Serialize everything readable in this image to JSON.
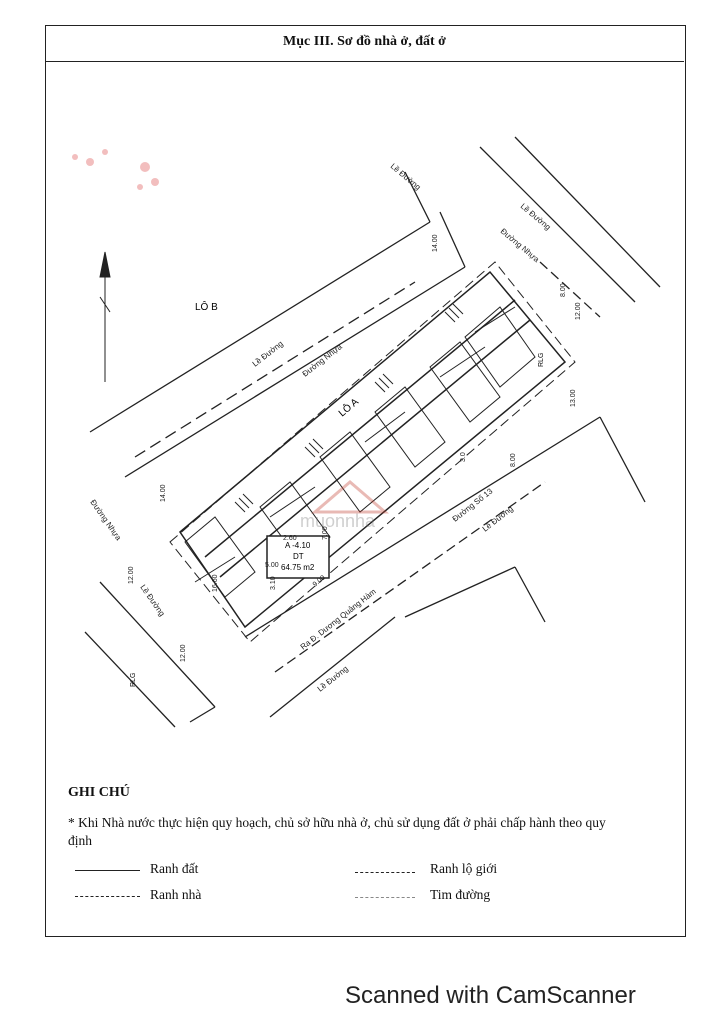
{
  "section_title": "Mục III. Sơ đồ nhà ở, đất ở",
  "plan": {
    "lot_b": "LÔ B",
    "lot_a": "LÔ A",
    "road_labels": [
      "Lề Đường",
      "Đường Nhựa",
      "Lề Đường",
      "Đường Nhựa",
      "Lề Đường",
      "Đường Nhựa",
      "Lề Đường",
      "Đường Số 13",
      "Lề Đường",
      "Lề Đường",
      "Ra Đ. Dương Quảng Hàm"
    ],
    "dimensions": [
      "14.00",
      "8.00",
      "12.00",
      "13.00",
      "8.00",
      "3.0",
      "14.00",
      "12.00",
      "16.60",
      "12.00",
      "5.00",
      "9.00",
      "7.00",
      "3.10",
      "2.60"
    ],
    "rlg": [
      "RLG",
      "RLG"
    ],
    "parcel": {
      "id": "A -4.10",
      "dt_label": "DT",
      "area": "64.75 m2"
    },
    "watermark": "muonnha"
  },
  "notes": {
    "heading": "GHI CHÚ",
    "text": "* Khi Nhà nước thực hiện quy hoạch, chủ sở hữu nhà ở, chủ sử dụng đất ở phải chấp hành theo quy định"
  },
  "legend": {
    "ranh_dat": "Ranh đất",
    "ranh_nha": "Ranh nhà",
    "ranh_lo_gioi": "Ranh lộ giới",
    "tim_duong": "Tim đường"
  },
  "scanner_footer": "Scanned with CamScanner"
}
